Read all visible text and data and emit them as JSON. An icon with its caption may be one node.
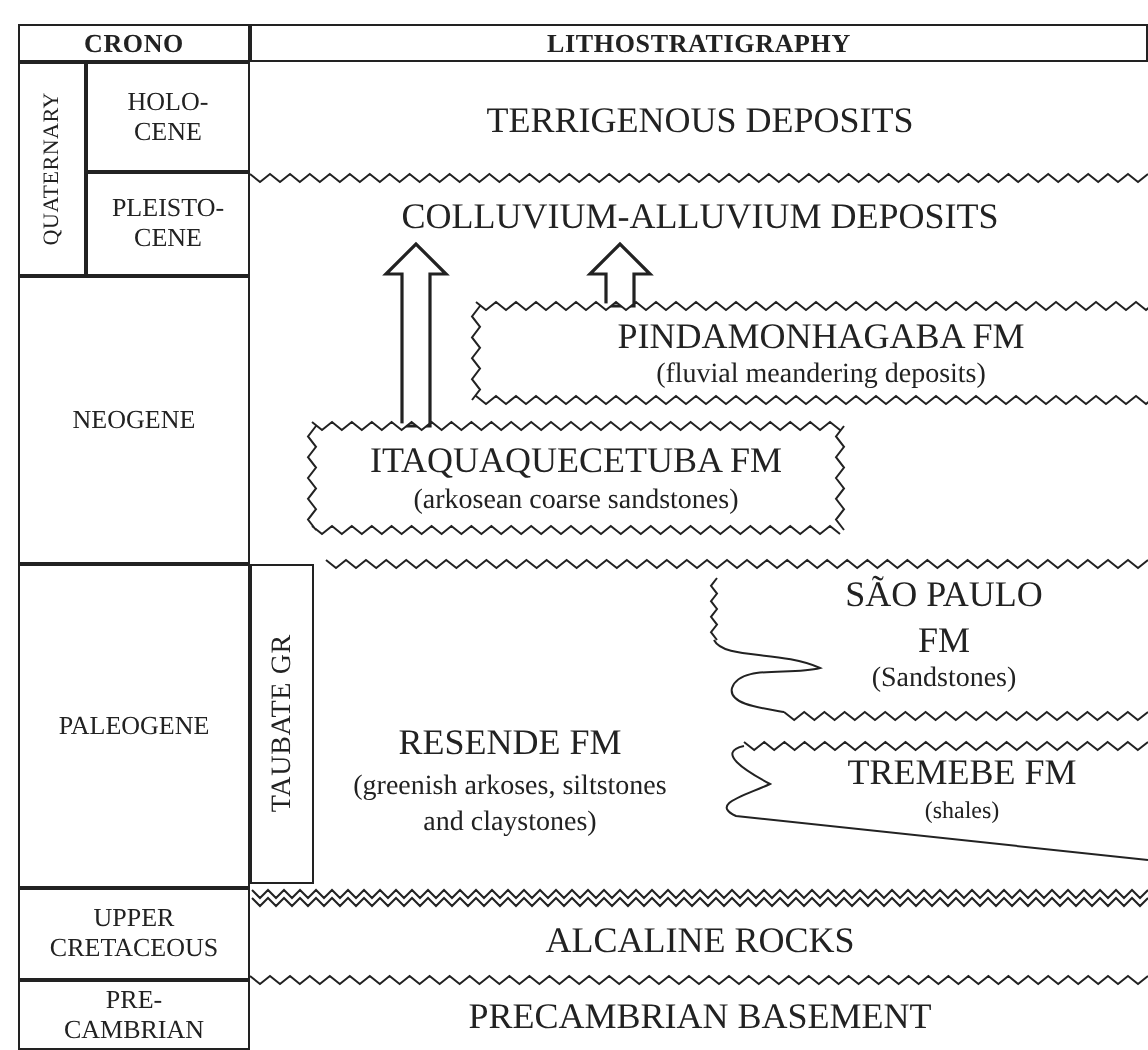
{
  "diagram": {
    "nodes": [
      {
        "text": [
          "CRONO"
        ]
      },
      {
        "text": [
          "LITHOSTRATIGRAPHY"
        ]
      },
      {
        "text": [
          "QUATERNARY"
        ]
      },
      {
        "text": [
          "HOLO- CENE"
        ]
      },
      {
        "text": [
          "PLEISTO- CENE"
        ]
      },
      {
        "text": [
          "NEOGENE"
        ]
      },
      {
        "text": [
          "PALEOGENE"
        ]
      },
      {
        "text": [
          "UPPER CRETACEOUS"
        ]
      },
      {
        "text": [
          "PRE- CAMBRIAN"
        ]
      },
      {
        "text": [
          "TERRIGENOUS DEPOSITS"
        ]
      },
      {
        "text": [
          "COLLUVIUM-ALLUVIUM DEPOSITS"
        ]
      },
      {
        "text": [
          "PINDAMONHAGABA FM",
          "(fluvial meandering deposits)"
        ]
      },
      {
        "text": [
          "ITAQUAQUECETUBA FM",
          "(arkosean coarse sandstones)"
        ]
      },
      {
        "text": [
          "TAUBATE GR"
        ]
      },
      {
        "text": [
          "RESENDE FM",
          "(greenish arkoses, siltstones and claystones)"
        ]
      },
      {
        "text": [
          "SÃO PAULO FM",
          "(Sandstones)"
        ]
      },
      {
        "text": [
          "TREMEBE FM",
          "(shales)"
        ]
      },
      {
        "text": [
          "ALCALINE ROCKS"
        ]
      },
      {
        "text": [
          "PRECAMBRIAN BASEMENT"
        ]
      }
    ],
    "edges": [
      {
        "from": 12,
        "to": 10,
        "arrow": "to"
      },
      {
        "from": 11,
        "to": 10,
        "arrow": "to"
      }
    ]
  }
}
